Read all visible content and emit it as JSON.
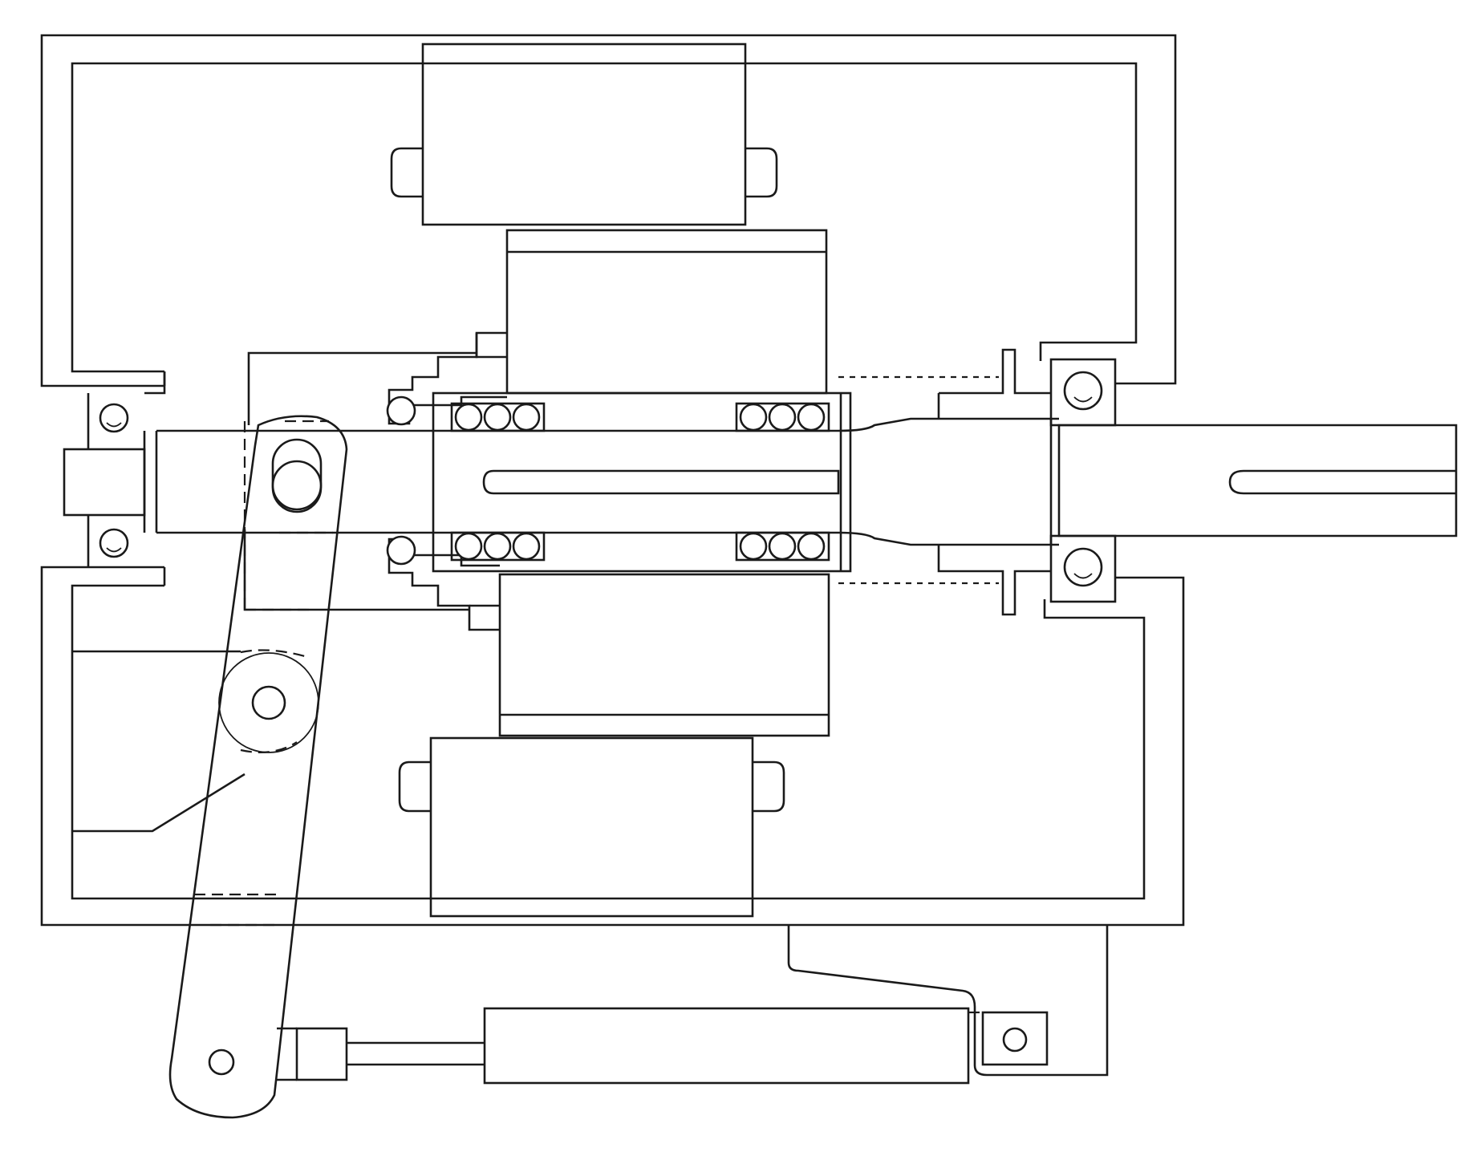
{
  "diagram": {
    "style": "mechanical line drawing, cross-section",
    "colors": {
      "line": "#1a1a1a",
      "background": "#ffffff"
    },
    "components": [
      "outer-housing",
      "top-magnet",
      "bottom-magnet",
      "upper-coil",
      "lower-coil",
      "main-shaft",
      "shaft-bearings",
      "sleeve-ball-bearings",
      "flange",
      "linkage-lever",
      "linear-actuator",
      "actuator-bracket"
    ]
  }
}
